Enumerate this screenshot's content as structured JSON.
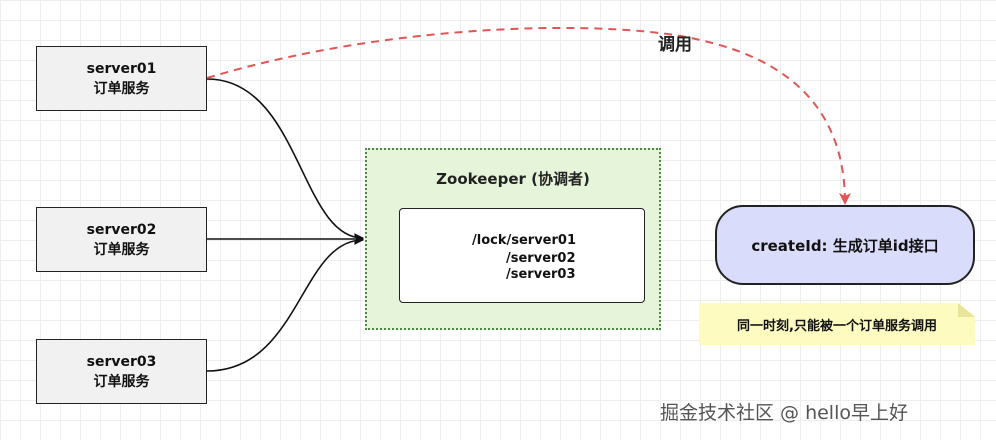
{
  "servers": [
    {
      "name": "server01",
      "role": "订单服务"
    },
    {
      "name": "server02",
      "role": "订单服务"
    },
    {
      "name": "server03",
      "role": "订单服务"
    }
  ],
  "zookeeper": {
    "title": "Zookeeper (协调者)",
    "paths": [
      "/lock/server01",
      "/server02",
      "/server03"
    ]
  },
  "create_id": {
    "label": "createId: 生成订单id接口"
  },
  "note": {
    "text": "同一时刻,只能被一个订单服务调用"
  },
  "call_label": "调用",
  "watermark": "掘金技术社区 @ hello早上好",
  "colors": {
    "server_fill": "#f1f1f1",
    "zookeeper_fill": "#e6f5d9",
    "zookeeper_border": "#4b8a45",
    "create_fill": "#dadcfb",
    "note_fill": "#fdfbc0",
    "call_line": "#e05555"
  }
}
